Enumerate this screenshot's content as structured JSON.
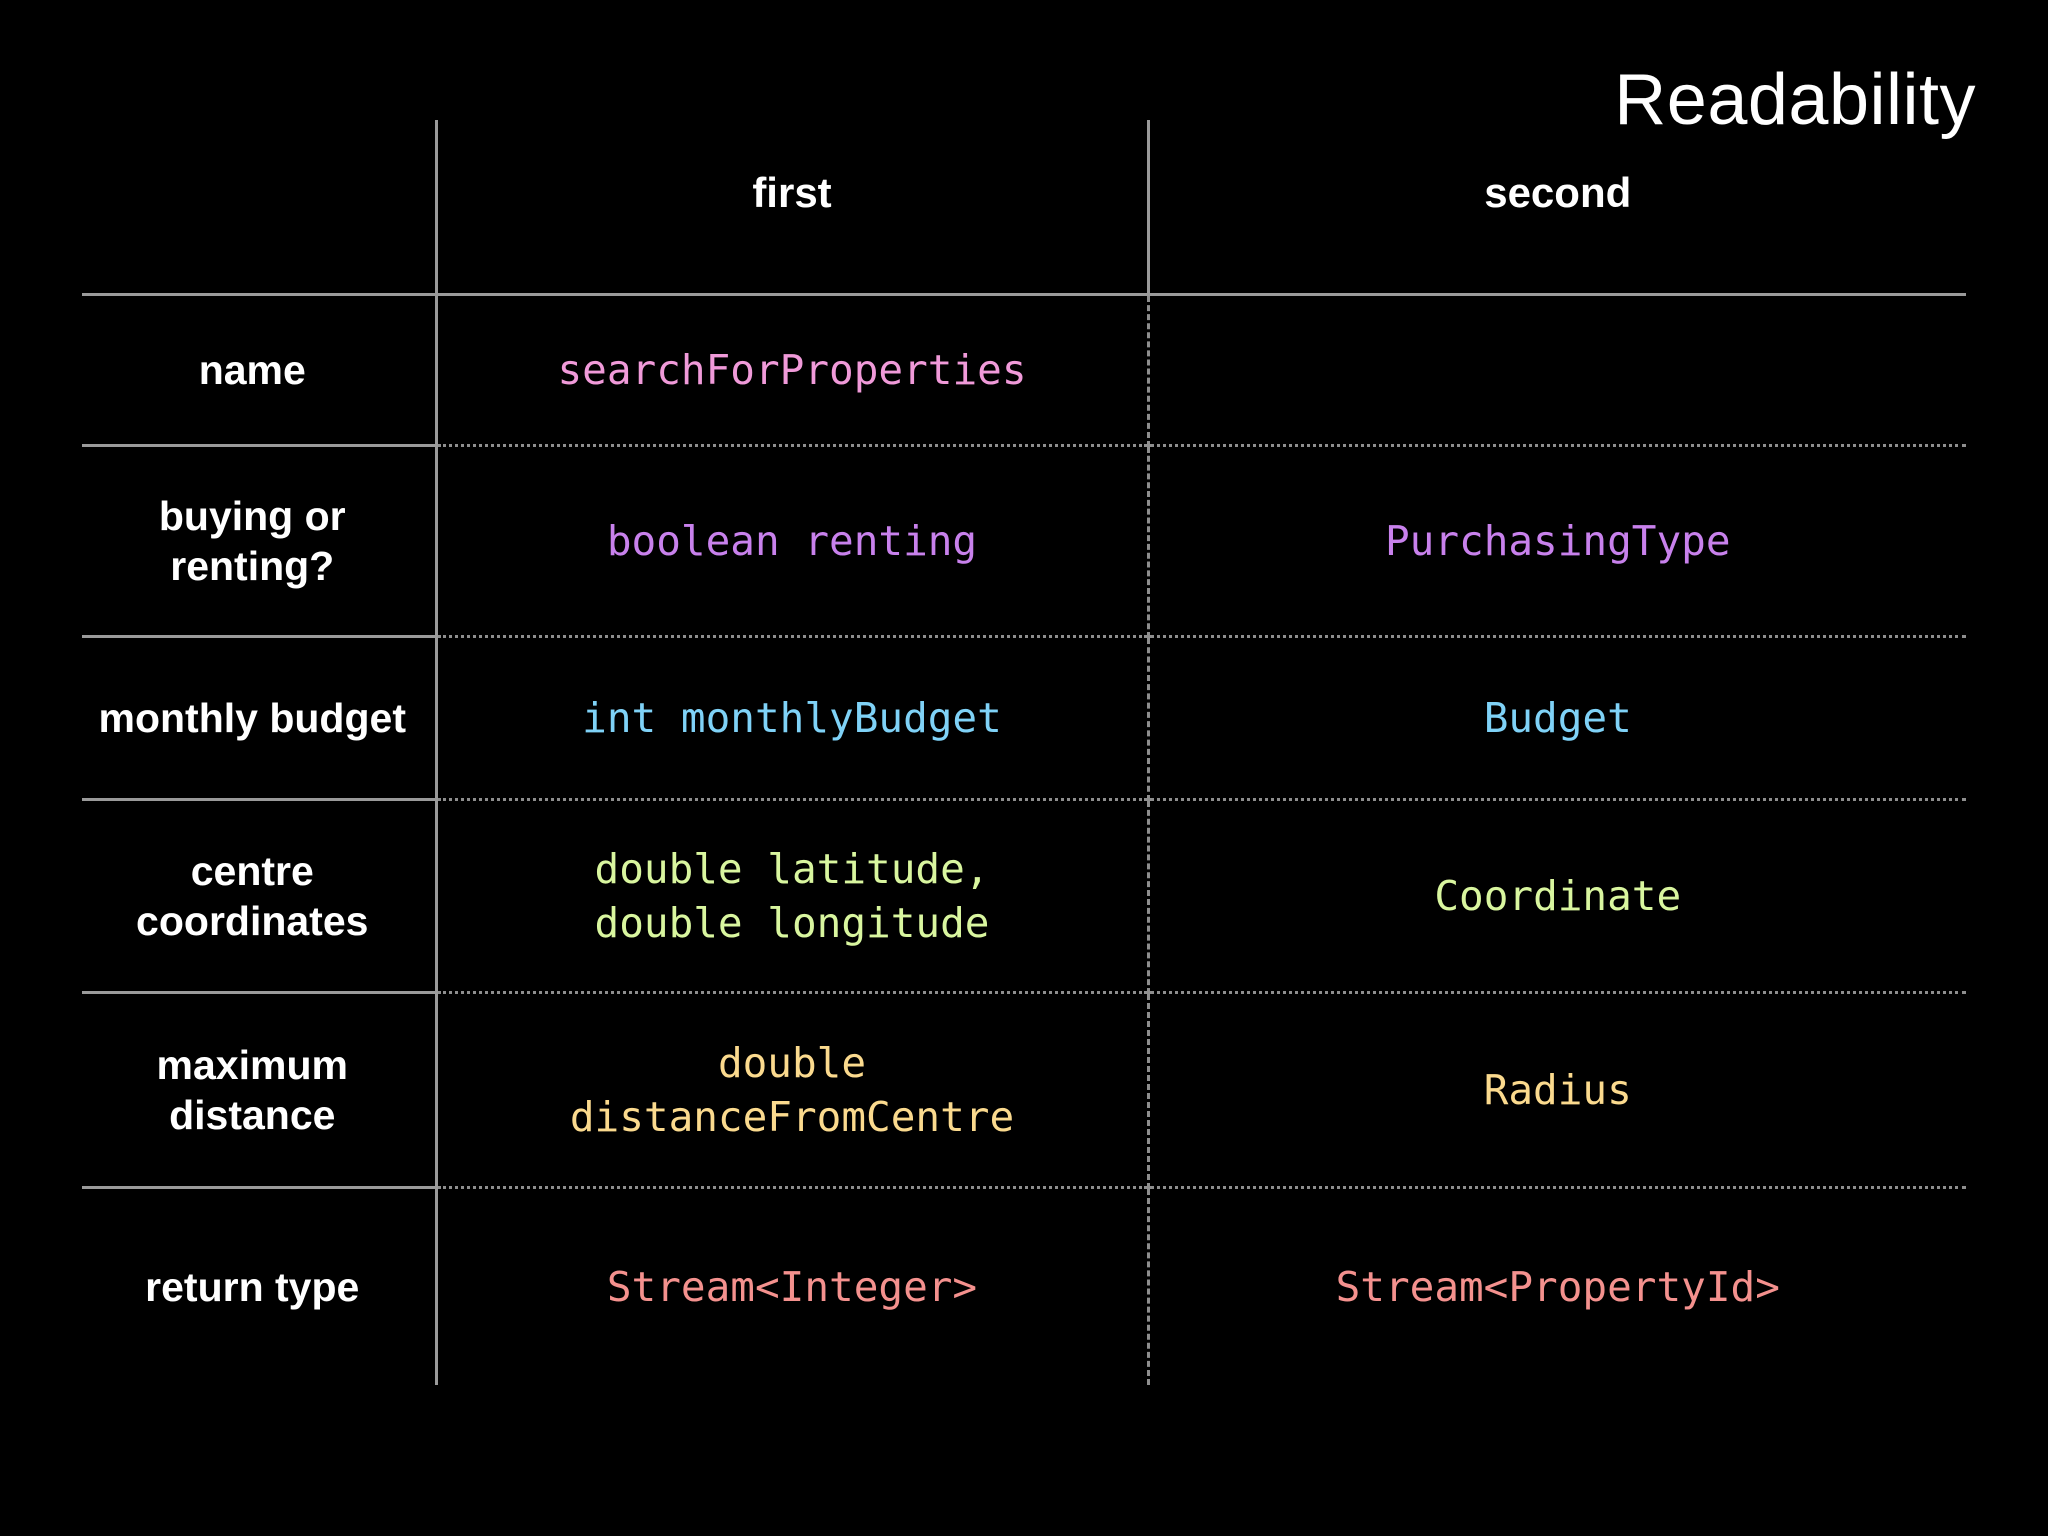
{
  "slide": {
    "title": "Readability",
    "background_color": "#000000"
  },
  "table": {
    "columns": [
      {
        "key": "label",
        "header": ""
      },
      {
        "key": "first",
        "header": "first"
      },
      {
        "key": "second",
        "header": "second"
      }
    ],
    "rows": [
      {
        "label": "name",
        "first": "searchForProperties",
        "second": "",
        "color": "#f09ad9"
      },
      {
        "label": "buying or\nrenting?",
        "first": "boolean renting",
        "second": "PurchasingType",
        "color": "#c881ec"
      },
      {
        "label": "monthly budget",
        "first": "int monthlyBudget",
        "second": "Budget",
        "color": "#7fd2f7"
      },
      {
        "label": "centre\ncoordinates",
        "first": "double latitude,\ndouble longitude",
        "second": "Coordinate",
        "color": "#d9f69f"
      },
      {
        "label": "maximum\ndistance",
        "first": "double\ndistanceFromCentre",
        "second": "Radius",
        "color": "#fbda8e"
      },
      {
        "label": "return type",
        "first": "Stream<Integer>",
        "second": "Stream<PropertyId>",
        "color": "#f4918e"
      }
    ],
    "rule_color": "#9a9a9a",
    "dotted_color": "#8e8e8e"
  }
}
